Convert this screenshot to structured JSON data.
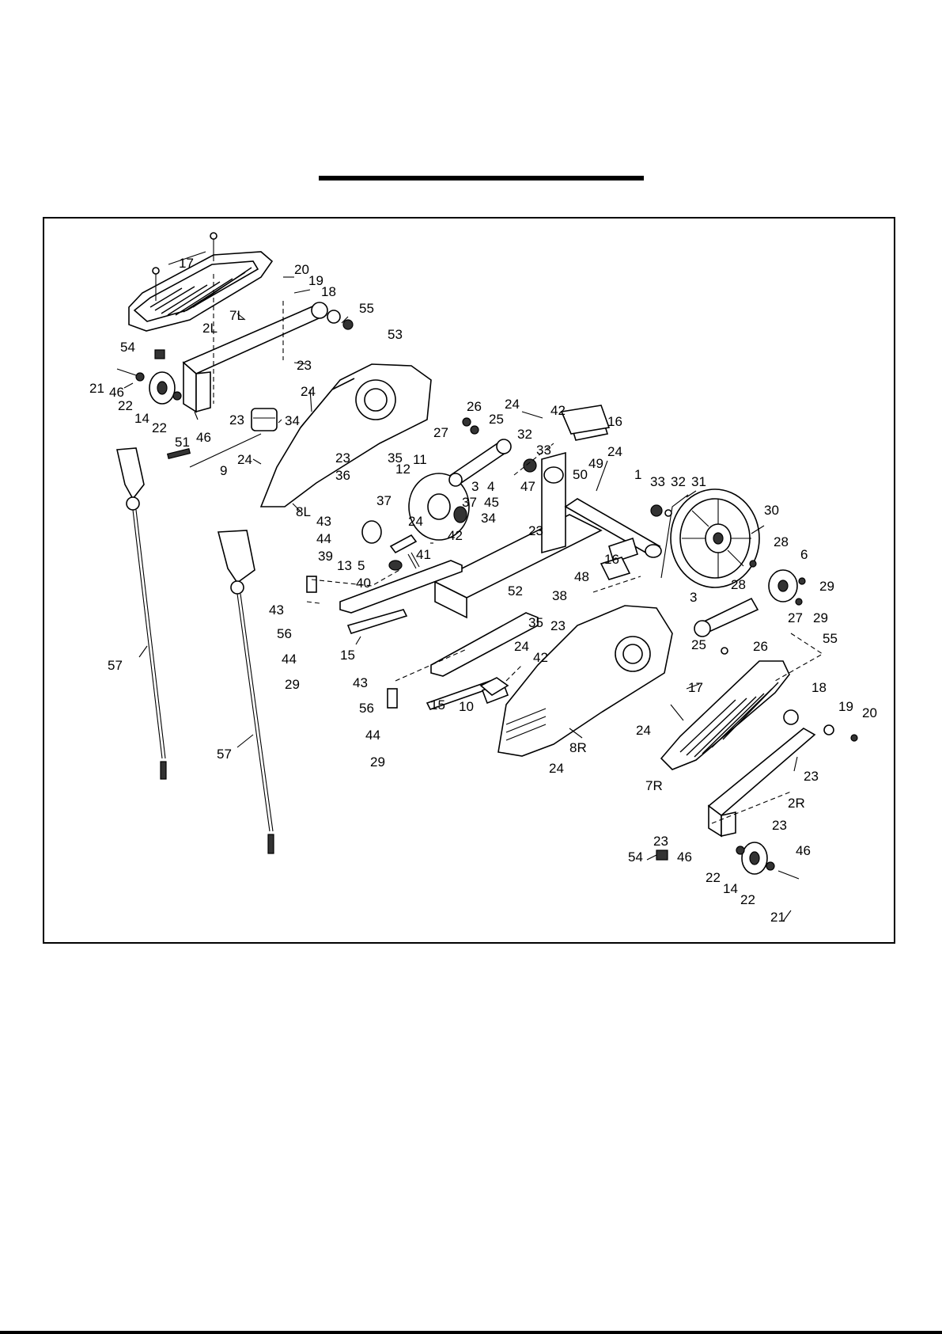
{
  "diagram": {
    "labels": [
      {
        "id": "p17a",
        "text": "17"
      },
      {
        "id": "p20a",
        "text": "20"
      },
      {
        "id": "p19a",
        "text": "19"
      },
      {
        "id": "p18a",
        "text": "18"
      },
      {
        "id": "p55a",
        "text": "55"
      },
      {
        "id": "p7L",
        "text": "7L"
      },
      {
        "id": "p2L",
        "text": "2L"
      },
      {
        "id": "p53",
        "text": "53"
      },
      {
        "id": "p54a",
        "text": "54"
      },
      {
        "id": "p23a",
        "text": "23"
      },
      {
        "id": "p21a",
        "text": "21"
      },
      {
        "id": "p46a",
        "text": "46"
      },
      {
        "id": "p22a",
        "text": "22"
      },
      {
        "id": "p14a",
        "text": "14"
      },
      {
        "id": "p22b",
        "text": "22"
      },
      {
        "id": "p24a",
        "text": "24"
      },
      {
        "id": "p46b",
        "text": "46"
      },
      {
        "id": "p23b",
        "text": "23"
      },
      {
        "id": "p34a",
        "text": "34"
      },
      {
        "id": "p51",
        "text": "51"
      },
      {
        "id": "p9",
        "text": "9"
      },
      {
        "id": "p24b",
        "text": "24"
      },
      {
        "id": "p8L",
        "text": "8L"
      },
      {
        "id": "p26a",
        "text": "26"
      },
      {
        "id": "p24c",
        "text": "24"
      },
      {
        "id": "p42a",
        "text": "42"
      },
      {
        "id": "p16a",
        "text": "16"
      },
      {
        "id": "p25a",
        "text": "25"
      },
      {
        "id": "p27a",
        "text": "27"
      },
      {
        "id": "p32a",
        "text": "32"
      },
      {
        "id": "p33a",
        "text": "33"
      },
      {
        "id": "p24d",
        "text": "24"
      },
      {
        "id": "p35a",
        "text": "35"
      },
      {
        "id": "p11",
        "text": "11"
      },
      {
        "id": "p12",
        "text": "12"
      },
      {
        "id": "p23c",
        "text": "23"
      },
      {
        "id": "p36",
        "text": "36"
      },
      {
        "id": "p3a",
        "text": "3"
      },
      {
        "id": "p4",
        "text": "4"
      },
      {
        "id": "p47",
        "text": "47"
      },
      {
        "id": "p50",
        "text": "50"
      },
      {
        "id": "p49",
        "text": "49"
      },
      {
        "id": "p1",
        "text": "1"
      },
      {
        "id": "p33b",
        "text": "33"
      },
      {
        "id": "p32b",
        "text": "32"
      },
      {
        "id": "p31",
        "text": "31"
      },
      {
        "id": "p37a",
        "text": "37"
      },
      {
        "id": "p37b",
        "text": "37"
      },
      {
        "id": "p45",
        "text": "45"
      },
      {
        "id": "p30",
        "text": "30"
      },
      {
        "id": "p34b",
        "text": "34"
      },
      {
        "id": "p42b",
        "text": "42"
      },
      {
        "id": "p23d",
        "text": "23"
      },
      {
        "id": "p43a",
        "text": "43"
      },
      {
        "id": "p24e",
        "text": "24"
      },
      {
        "id": "p44a",
        "text": "44"
      },
      {
        "id": "p39",
        "text": "39"
      },
      {
        "id": "p13",
        "text": "13"
      },
      {
        "id": "p5",
        "text": "5"
      },
      {
        "id": "p41",
        "text": "41"
      },
      {
        "id": "p16b",
        "text": "16"
      },
      {
        "id": "p28a",
        "text": "28"
      },
      {
        "id": "p6",
        "text": "6"
      },
      {
        "id": "p40",
        "text": "40"
      },
      {
        "id": "p52",
        "text": "52"
      },
      {
        "id": "p48",
        "text": "48"
      },
      {
        "id": "p28b",
        "text": "28"
      },
      {
        "id": "p29a",
        "text": "29"
      },
      {
        "id": "p43b",
        "text": "43"
      },
      {
        "id": "p38",
        "text": "38"
      },
      {
        "id": "p3b",
        "text": "3"
      },
      {
        "id": "p27b",
        "text": "27"
      },
      {
        "id": "p29b",
        "text": "29"
      },
      {
        "id": "p56a",
        "text": "56"
      },
      {
        "id": "p35b",
        "text": "35"
      },
      {
        "id": "p23e",
        "text": "23"
      },
      {
        "id": "p44b",
        "text": "44"
      },
      {
        "id": "p15a",
        "text": "15"
      },
      {
        "id": "p25b",
        "text": "25"
      },
      {
        "id": "p26b",
        "text": "26"
      },
      {
        "id": "p55b",
        "text": "55"
      },
      {
        "id": "p57a",
        "text": "57"
      },
      {
        "id": "p29c",
        "text": "29"
      },
      {
        "id": "p24f",
        "text": "24"
      },
      {
        "id": "p42c",
        "text": "42"
      },
      {
        "id": "p43c",
        "text": "43"
      },
      {
        "id": "p17b",
        "text": "17"
      },
      {
        "id": "p18b",
        "text": "18"
      },
      {
        "id": "p19b",
        "text": "19"
      },
      {
        "id": "p20b",
        "text": "20"
      },
      {
        "id": "p56b",
        "text": "56"
      },
      {
        "id": "p15b",
        "text": "15"
      },
      {
        "id": "p10",
        "text": "10"
      },
      {
        "id": "p24g",
        "text": "24"
      },
      {
        "id": "p8R",
        "text": "8R"
      },
      {
        "id": "p44c",
        "text": "44"
      },
      {
        "id": "p57b",
        "text": "57"
      },
      {
        "id": "p29d",
        "text": "29"
      },
      {
        "id": "p24h",
        "text": "24"
      },
      {
        "id": "p23f",
        "text": "23"
      },
      {
        "id": "p7R",
        "text": "7R"
      },
      {
        "id": "p2R",
        "text": "2R"
      },
      {
        "id": "p23g",
        "text": "23"
      },
      {
        "id": "p23h",
        "text": "23"
      },
      {
        "id": "p46c",
        "text": "46"
      },
      {
        "id": "p54b",
        "text": "54"
      },
      {
        "id": "p46d",
        "text": "46"
      },
      {
        "id": "p22c",
        "text": "22"
      },
      {
        "id": "p14b",
        "text": "14"
      },
      {
        "id": "p22d",
        "text": "22"
      },
      {
        "id": "p21b",
        "text": "21"
      }
    ]
  }
}
